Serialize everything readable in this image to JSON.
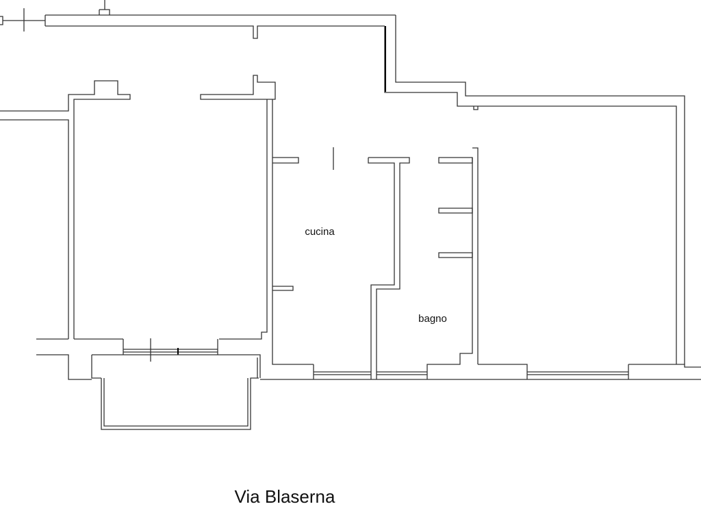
{
  "rooms": {
    "kitchen": "cucina",
    "bathroom": "bagno"
  },
  "street": "Via Blaserna",
  "colors": {
    "walls": "#333333",
    "background": "#ffffff"
  }
}
